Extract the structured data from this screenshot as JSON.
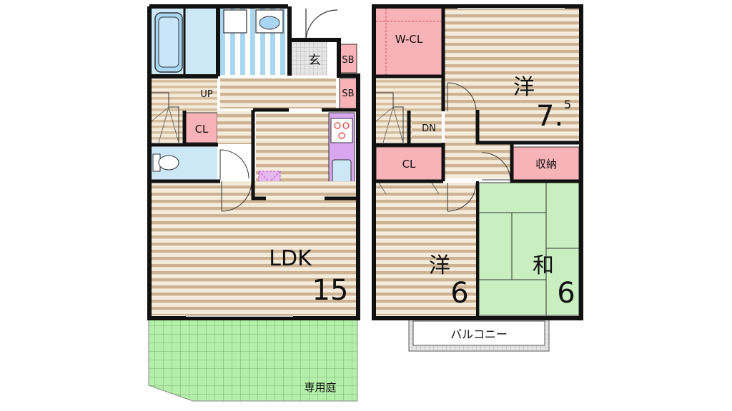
{
  "floor1": {
    "entrance": "玄",
    "shoe_box_1": "SB",
    "shoe_box_2": "SB",
    "stairs_up": "UP",
    "closet": "CL",
    "ldk_label": "LDK",
    "ldk_size": "15",
    "garden": "専用庭"
  },
  "floor2": {
    "walk_in_closet": "W-CL",
    "western_room_1": "洋",
    "western_room_1_size": "7.",
    "western_room_1_size_sup": "5",
    "stairs_down": "DN",
    "closet": "CL",
    "storage": "収納",
    "western_room_2": "洋",
    "western_room_2_size": "6",
    "japanese_room": "和",
    "japanese_room_size": "6",
    "balcony": "バルコニー"
  },
  "colors": {
    "wood_stripe_light": "#f3ead9",
    "wood_stripe_dark": "#c8ad8e",
    "wet_area": "#cce8f6",
    "closet": "#f7b3b8",
    "tatami": "#c9efc0",
    "garden": "#b7f0ad",
    "kitchen": "#d9a6f0",
    "wall": "#111111"
  }
}
